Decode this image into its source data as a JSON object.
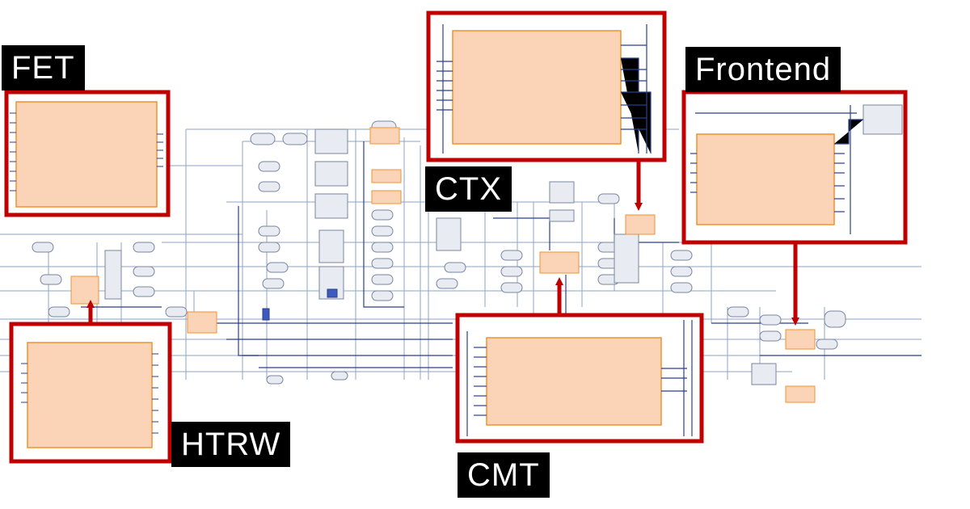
{
  "colors": {
    "callout_border": "#c00000",
    "block_fill": "#fbd4b8",
    "block_border": "#f0922f",
    "wire": "#8ea3c8",
    "wire_dark": "#2b3f8a",
    "gate_fill": "#e8ebf2",
    "gate_stroke": "#7a869e",
    "label_bg": "#000000",
    "label_text": "#ffffff"
  },
  "labels": {
    "fet": "FET",
    "ctx": "CTX",
    "frontend": "Frontend",
    "htrw": "HTRW",
    "cmt": "CMT"
  }
}
